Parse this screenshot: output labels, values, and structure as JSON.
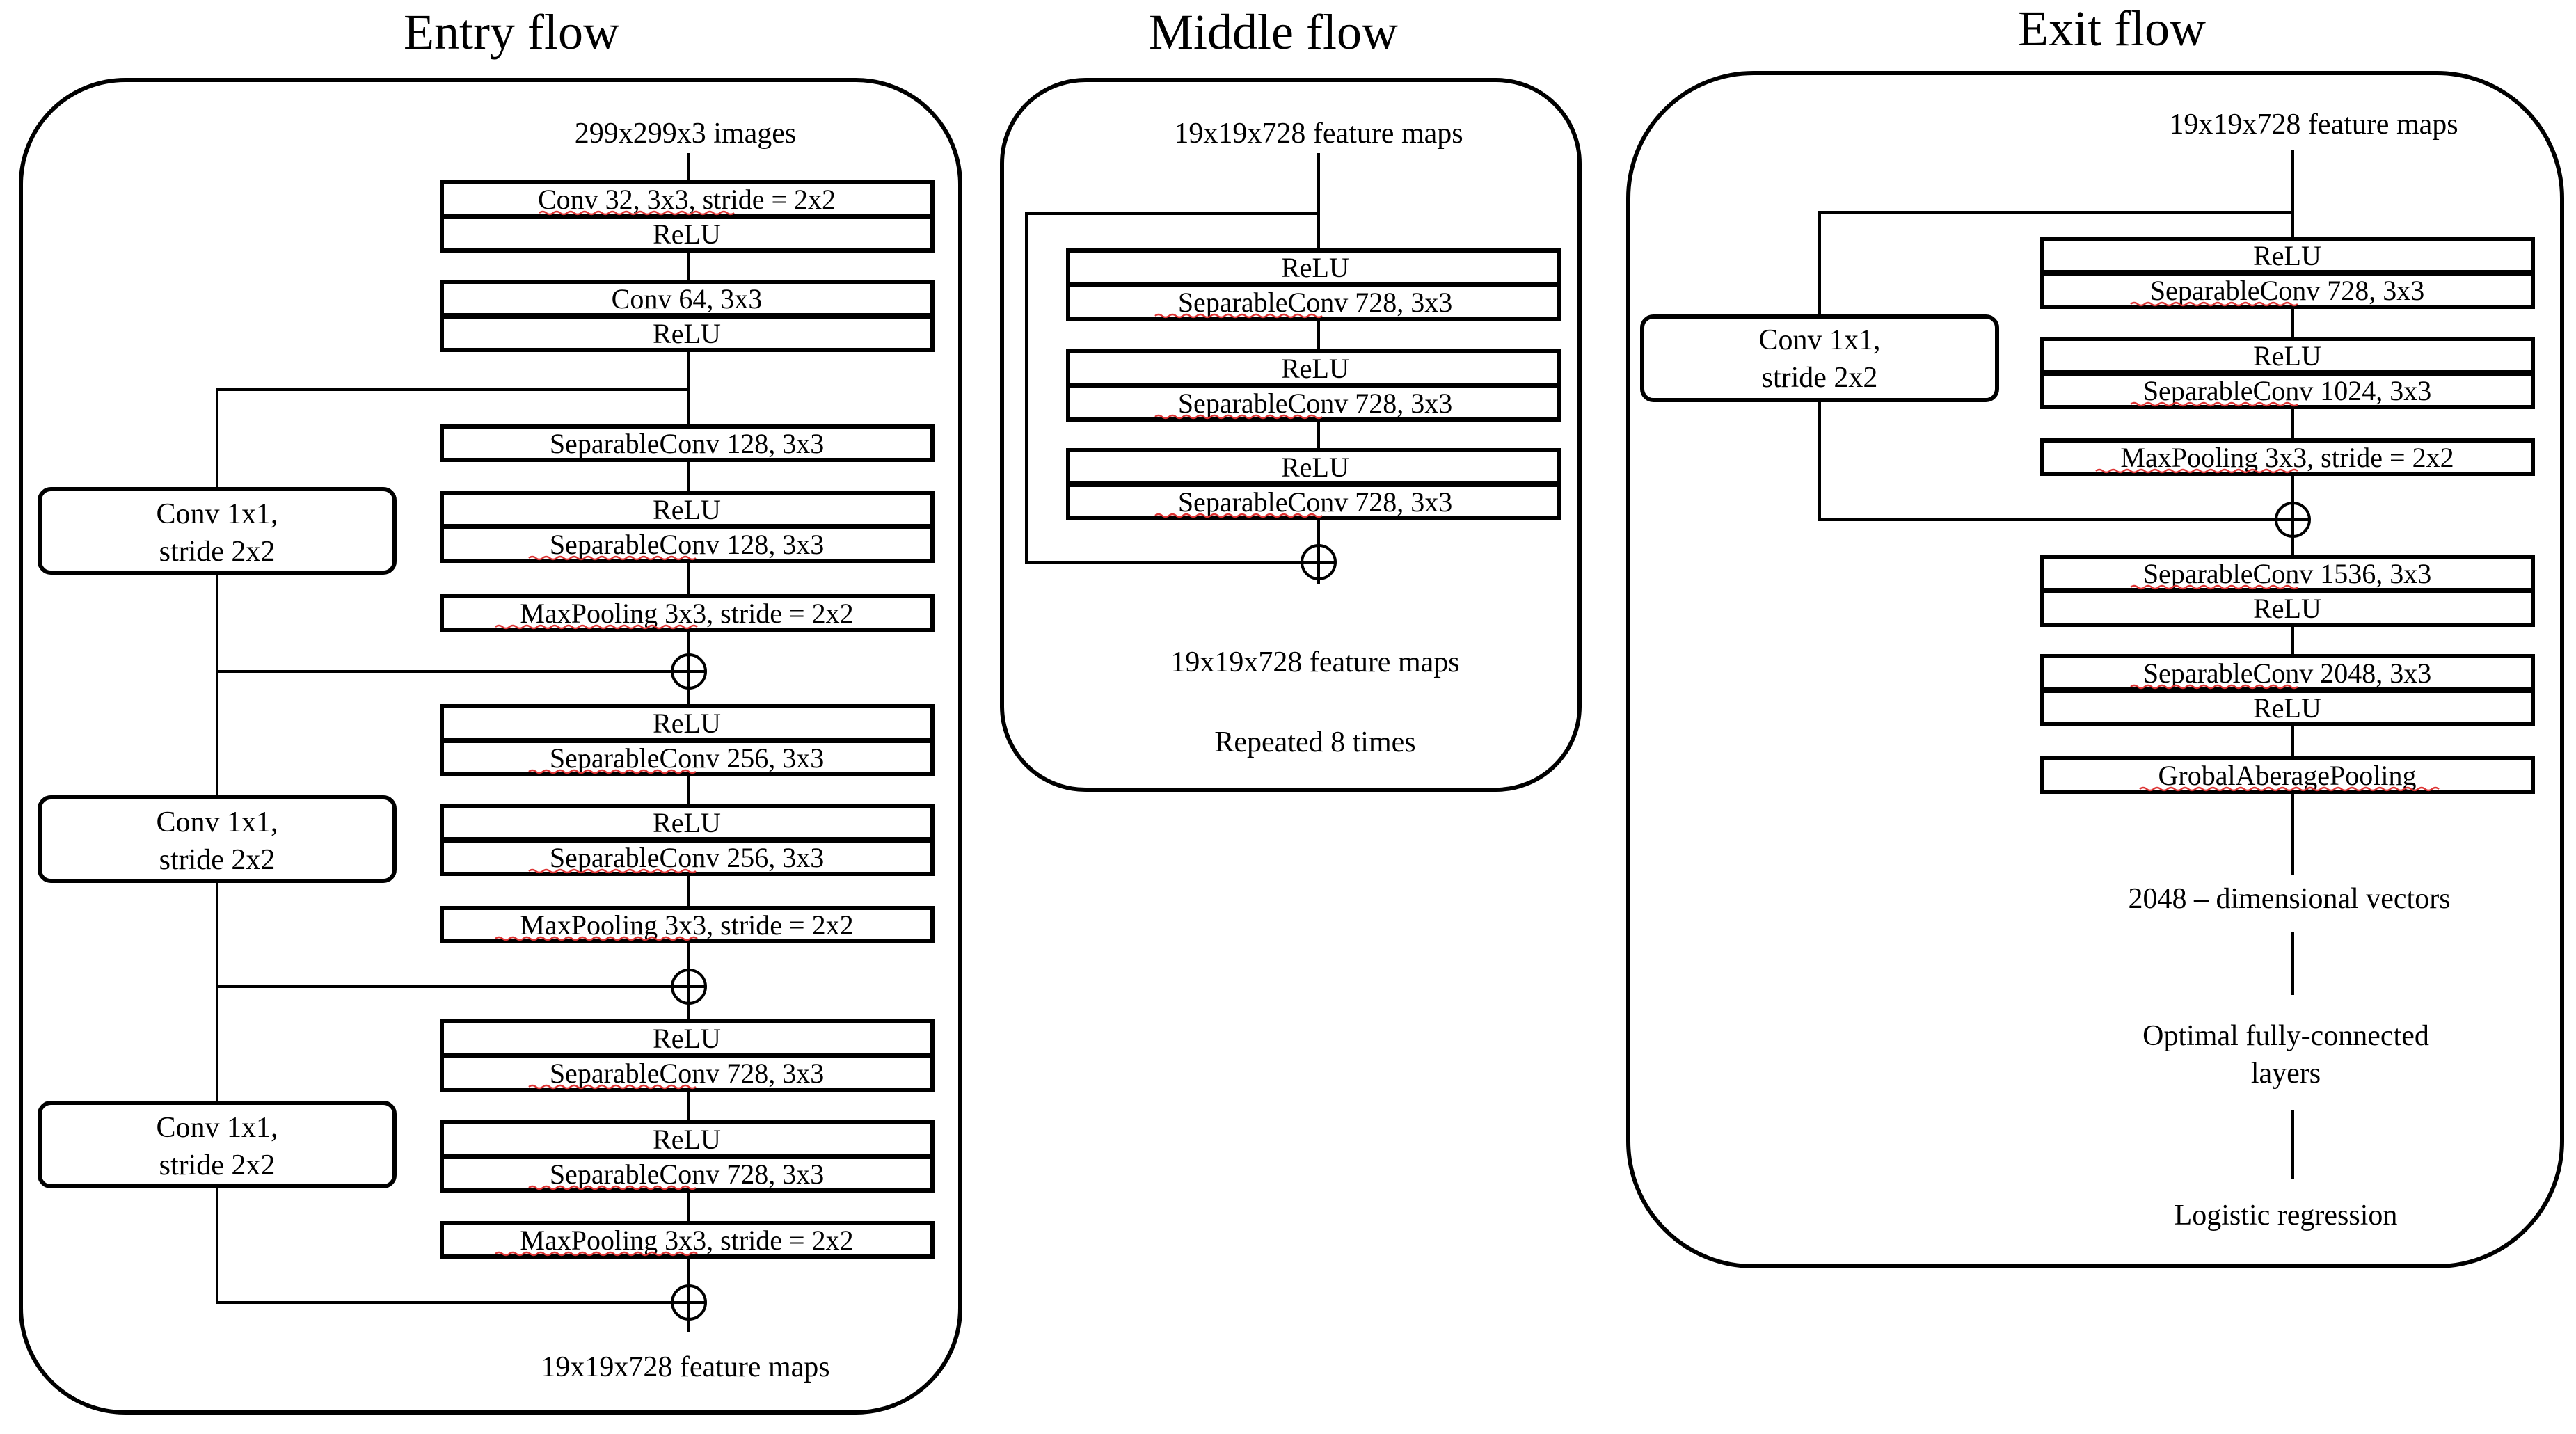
{
  "entry_flow": {
    "title": "Entry flow",
    "input": "299x299x3 images",
    "layers": {
      "conv32": "Conv 32, 3x3, stride = 2x2",
      "relu1": "ReLU",
      "conv64": "Conv 64, 3x3",
      "relu2": "ReLU",
      "b1_sep1": "SeparableConv 128, 3x3",
      "b1_relu": "ReLU",
      "b1_sep2": "SeparableConv 128, 3x3",
      "b1_pool": "MaxPooling 3x3, stride = 2x2",
      "b2_relu1": "ReLU",
      "b2_sep1": "SeparableConv 256, 3x3",
      "b2_relu2": "ReLU",
      "b2_sep2": "SeparableConv 256, 3x3",
      "b2_pool": "MaxPooling 3x3, stride = 2x2",
      "b3_relu1": "ReLU",
      "b3_sep1": "SeparableConv 728, 3x3",
      "b3_relu2": "ReLU",
      "b3_sep2": "SeparableConv 728, 3x3",
      "b3_pool": "MaxPooling 3x3, stride = 2x2"
    },
    "shortcuts": [
      {
        "line1": "Conv 1x1,",
        "line2": "stride 2x2"
      },
      {
        "line1": "Conv 1x1,",
        "line2": "stride 2x2"
      },
      {
        "line1": "Conv 1x1,",
        "line2": "stride 2x2"
      }
    ],
    "output": "19x19x728 feature maps"
  },
  "middle_flow": {
    "title": "Middle flow",
    "input": "19x19x728 feature maps",
    "layers": {
      "relu1": "ReLU",
      "sep1": "SeparableConv 728, 3x3",
      "relu2": "ReLU",
      "sep2": "SeparableConv 728, 3x3",
      "relu3": "ReLU",
      "sep3": "SeparableConv 728, 3x3"
    },
    "output": "19x19x728 feature maps",
    "repeat_note": "Repeated 8 times"
  },
  "exit_flow": {
    "title": "Exit flow",
    "input": "19x19x728 feature maps",
    "layers": {
      "relu1": "ReLU",
      "sep1": "SeparableConv 728, 3x3",
      "relu2": "ReLU",
      "sep2": "SeparableConv 1024, 3x3",
      "pool": "MaxPooling 3x3, stride = 2x2",
      "sep3": "SeparableConv 1536, 3x3",
      "relu3": "ReLU",
      "sep4": "SeparableConv 2048, 3x3",
      "relu4": "ReLU",
      "gap": "GrobalAberagePooling"
    },
    "shortcut": {
      "line1": "Conv 1x1,",
      "line2": "stride 2x2"
    },
    "vectors": "2048 – dimensional vectors",
    "fc_line1": "Optimal fully-connected",
    "fc_line2": "layers",
    "final": "Logistic regression"
  }
}
